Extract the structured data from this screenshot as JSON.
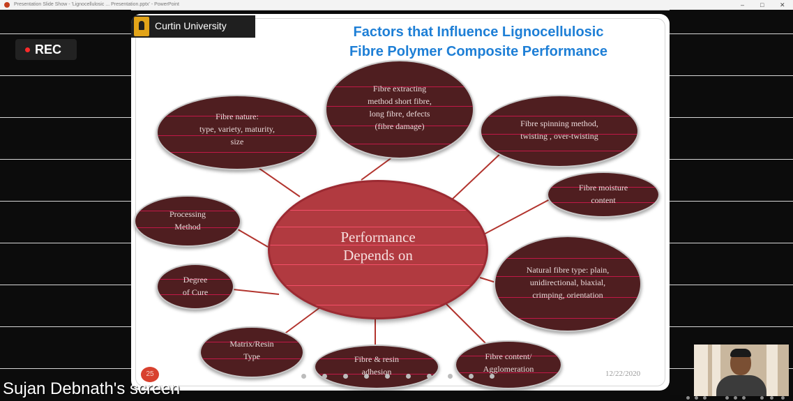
{
  "window": {
    "title": "Presentation Slide Show - 'Lignocellulosic ... Presentation.pptx' - PowerPoint",
    "controls": [
      "–",
      "□",
      "✕"
    ]
  },
  "recording": {
    "label": "REC"
  },
  "slide": {
    "logo_text": "Curtin University",
    "title_line1": "Factors that Influence Lignocellulosic",
    "title_line2": "Fibre Polymer Composite Performance",
    "center": {
      "line1": "Performance",
      "line2": "Depends on"
    },
    "factors": [
      {
        "id": "fibre-nature",
        "lines": [
          "Fibre nature:",
          "type, variety, maturity,",
          "size"
        ]
      },
      {
        "id": "fibre-extracting",
        "lines": [
          "Fibre extracting",
          "method short fibre,",
          "long fibre, defects",
          "(fibre damage)"
        ]
      },
      {
        "id": "fibre-spinning",
        "lines": [
          "Fibre spinning method,",
          "twisting , over-twisting"
        ]
      },
      {
        "id": "fibre-moisture",
        "lines": [
          "Fibre moisture",
          "content"
        ]
      },
      {
        "id": "processing-method",
        "lines": [
          "Processing",
          "Method"
        ]
      },
      {
        "id": "natural-fibre-type",
        "lines": [
          "Natural fibre type: plain,",
          "unidirectional, biaxial,",
          "crimping, orientation"
        ]
      },
      {
        "id": "degree-of-cure",
        "lines": [
          "Degree",
          "of Cure"
        ]
      },
      {
        "id": "matrix-resin",
        "lines": [
          "Matrix/Resin",
          "Type"
        ]
      },
      {
        "id": "fibre-resin-adhesion",
        "lines": [
          "Fibre & resin",
          "adhesion"
        ]
      },
      {
        "id": "fibre-content",
        "lines": [
          "Fibre content/",
          "Agglomeration"
        ]
      }
    ],
    "slide_number": "25",
    "date": "12/22/2020"
  },
  "screen_share_label": "Sujan Debnath's screen",
  "colors": {
    "bubble_fill": "#4f1e20",
    "center_fill": "#b13a40",
    "connector": "#b2342e",
    "title_blue": "#1e7fd6",
    "logo_gold": "#e2a419"
  }
}
